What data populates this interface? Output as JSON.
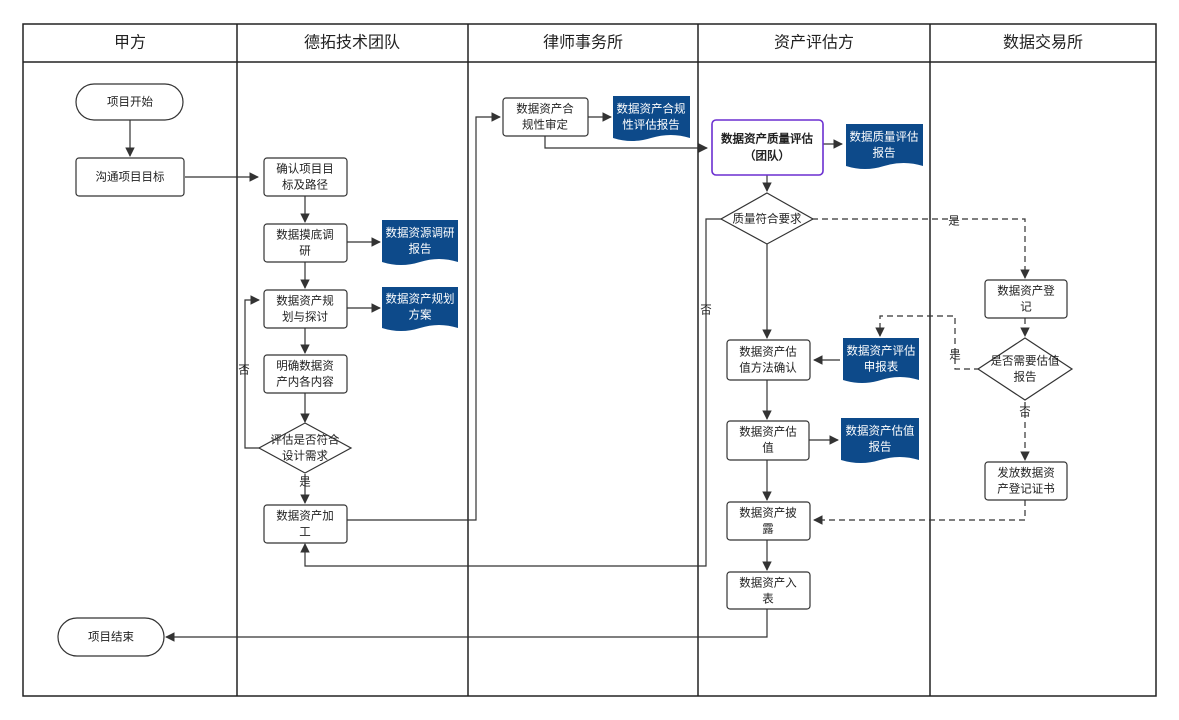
{
  "lanes": [
    "甲方",
    "德拓技术团队",
    "律师事务所",
    "资产评估方",
    "数据交易所"
  ],
  "nodes": {
    "project_start": "项目开始",
    "communicate_goal": [
      "沟通项目目标"
    ],
    "project_end": "项目结束",
    "confirm_goal": [
      "确认项目目",
      "标及路径"
    ],
    "data_survey": [
      "数据摸底调",
      "研"
    ],
    "survey_report": [
      "数据资源调研",
      "报告"
    ],
    "asset_planning": [
      "数据资产规",
      "划与探讨"
    ],
    "planning_plan": [
      "数据资产规划",
      "方案"
    ],
    "clarify_content": [
      "明确数据资",
      "产内各内容"
    ],
    "assess_design": [
      "评估是否符合",
      "设计需求"
    ],
    "asset_processing": [
      "数据资产加",
      "工"
    ],
    "compliance_review": [
      "数据资产合",
      "规性审定"
    ],
    "compliance_report": [
      "数据资产合规",
      "性评估报告"
    ],
    "quality_assess": [
      "数据资产质量评估",
      "（团队）"
    ],
    "quality_report": [
      "数据质量评估",
      "报告"
    ],
    "quality_decision": [
      "质量符合要求"
    ],
    "valuation_method": [
      "数据资产估",
      "值方法确认"
    ],
    "valuation_apply": [
      "数据资产评估",
      "申报表"
    ],
    "valuation": [
      "数据资产估",
      "值"
    ],
    "valuation_report": [
      "数据资产估值",
      "报告"
    ],
    "disclosure": [
      "数据资产披",
      "露"
    ],
    "inventory": [
      "数据资产入",
      "表"
    ],
    "registration": [
      "数据资产登",
      "记"
    ],
    "need_valuation": [
      "是否需要估值",
      "报告"
    ],
    "certificate": [
      "发放数据资",
      "产登记证书"
    ]
  },
  "edge_labels": {
    "assess_no": "否",
    "assess_yes": "是",
    "quality_no": "否",
    "quality_yes": "是",
    "valuation_yes": "是",
    "valuation_no": "否"
  }
}
